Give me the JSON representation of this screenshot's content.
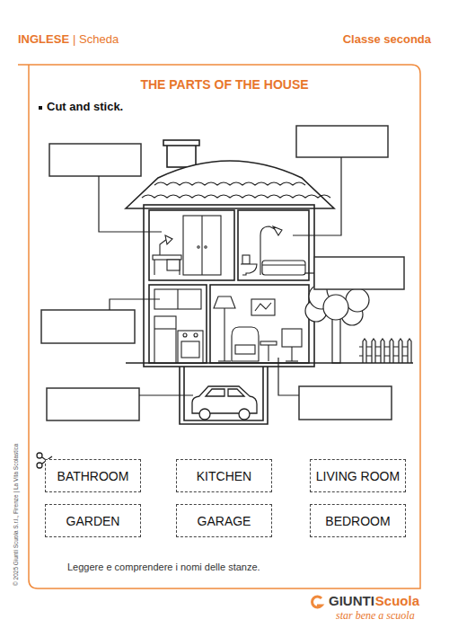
{
  "diagram": {
    "title": "THE PARTS OF THE HOUSE",
    "caption": "Leggere e comprendere i nomi delle stanze.",
    "nodes": [
      {
        "text": [
          "BATHROOM"
        ]
      },
      {
        "text": [
          "KITCHEN"
        ]
      },
      {
        "text": [
          "LIVING ROOM"
        ]
      },
      {
        "text": [
          "GARDEN"
        ]
      },
      {
        "text": [
          "GARAGE"
        ]
      },
      {
        "text": [
          "BEDROOM"
        ]
      }
    ],
    "labels": [
      "INGLESE",
      "| Scheda",
      "Classe seconda",
      "Cut and stick.",
      "© 2025 Giunti Scuola S.r.l., Firenze | La Vita Scolastica",
      "GIUNTI",
      "Scuola",
      "star bene a scuola"
    ]
  }
}
